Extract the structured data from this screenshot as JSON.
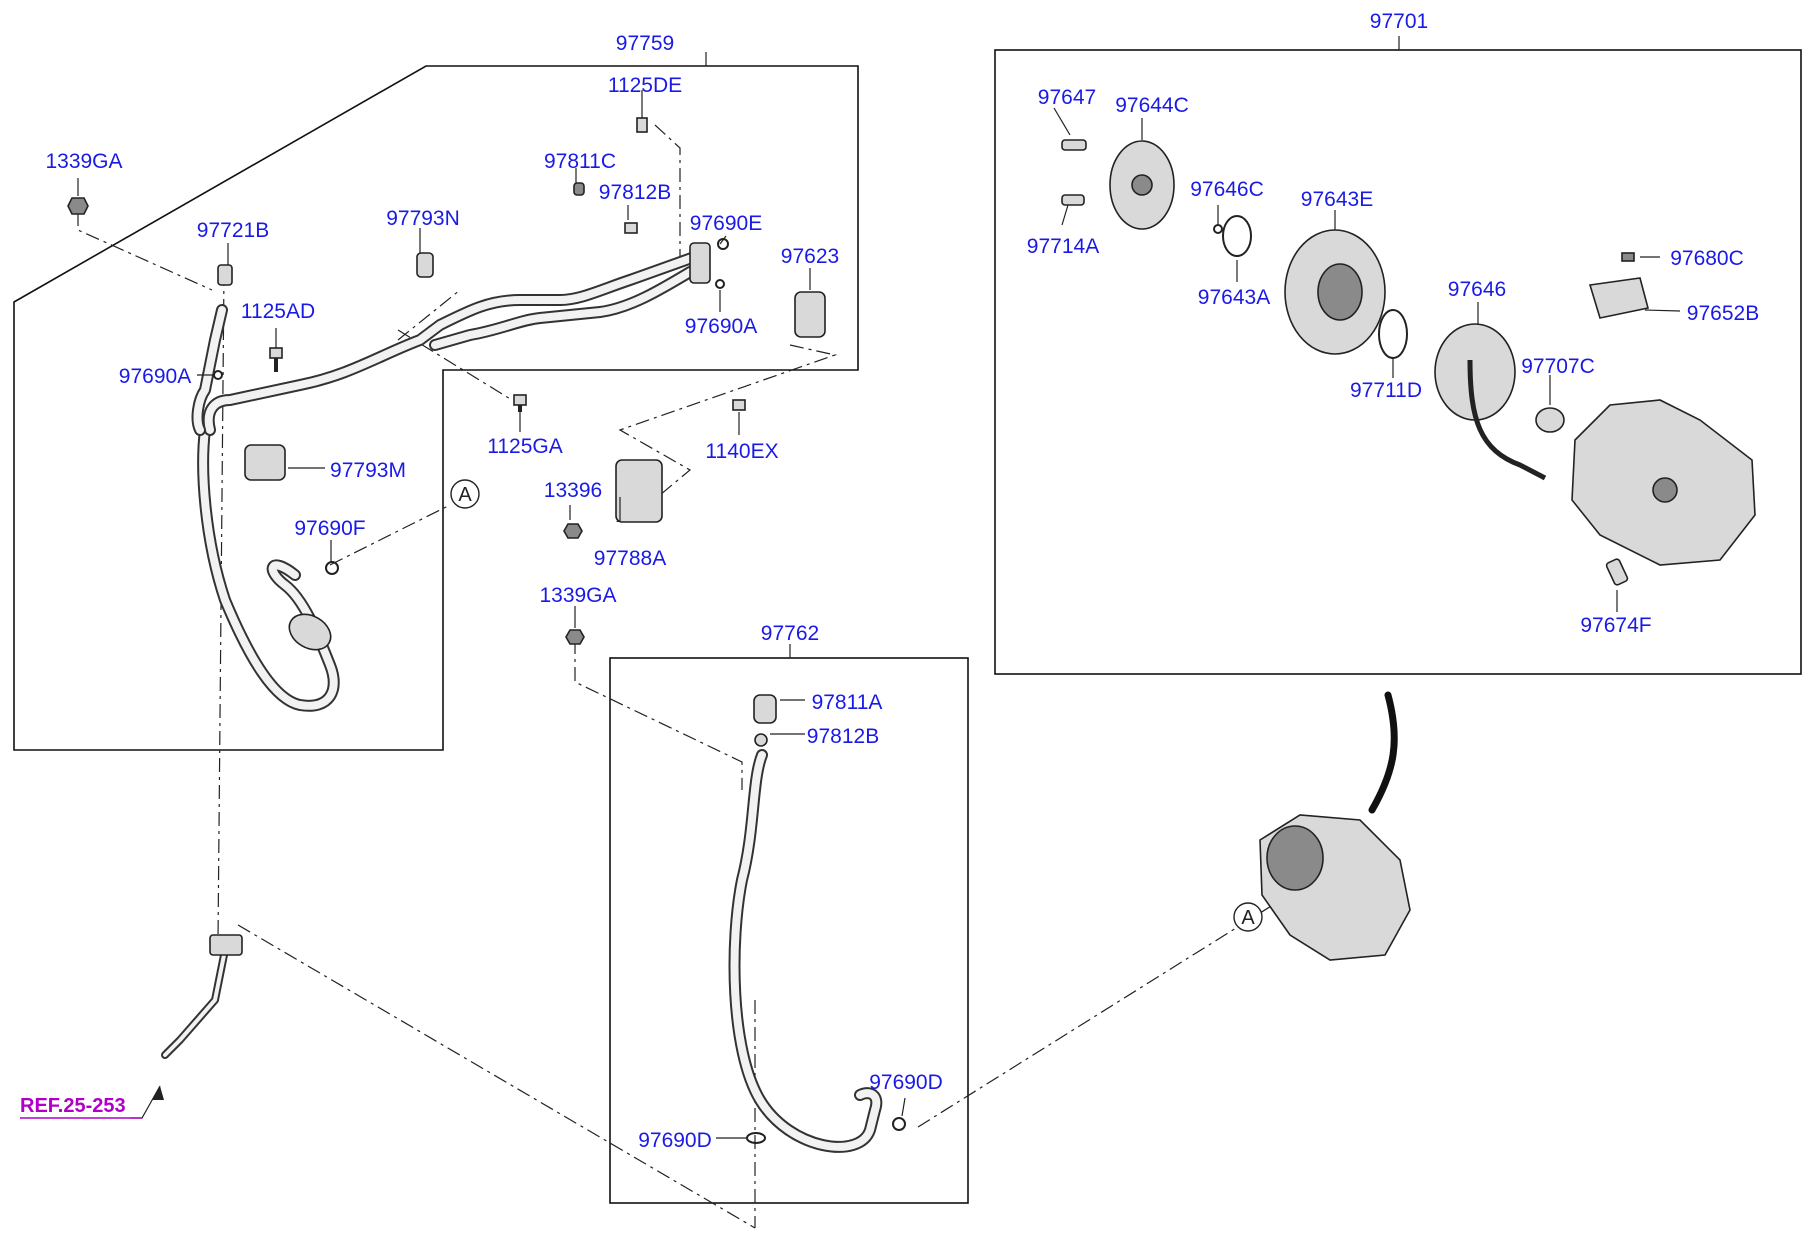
{
  "labels": {
    "l97701": "97701",
    "l97759": "97759",
    "l1125DE": "1125DE",
    "l1339GA_top": "1339GA",
    "l97811C": "97811C",
    "l97812B_top": "97812B",
    "l97721B": "97721B",
    "l97793N": "97793N",
    "l97690E": "97690E",
    "l97623": "97623",
    "l1125AD": "1125AD",
    "l97690A_left": "97690A",
    "l97690A_right": "97690A",
    "l97793M": "97793M",
    "l1125GA": "1125GA",
    "l1140EX": "1140EX",
    "l13396": "13396",
    "l97788A": "97788A",
    "l97690F": "97690F",
    "l1339GA_mid": "1339GA",
    "l97762": "97762",
    "l97811A": "97811A",
    "l97812B_low": "97812B",
    "l97690D_right": "97690D",
    "l97690D_left": "97690D",
    "l97647": "97647",
    "l97644C": "97644C",
    "l97646C": "97646C",
    "l97643E": "97643E",
    "l97714A": "97714A",
    "l97643A": "97643A",
    "l97680C": "97680C",
    "l97646": "97646",
    "l97652B": "97652B",
    "l97711D": "97711D",
    "l97707C": "97707C",
    "l97674F": "97674F"
  },
  "markers": {
    "callout_a_left": "A",
    "callout_a_right": "A"
  },
  "reference": {
    "ref_label": "REF.25-253"
  },
  "colors": {
    "part_number": "#1a1ae6",
    "reference": "#b000c8",
    "line": "#222222"
  }
}
